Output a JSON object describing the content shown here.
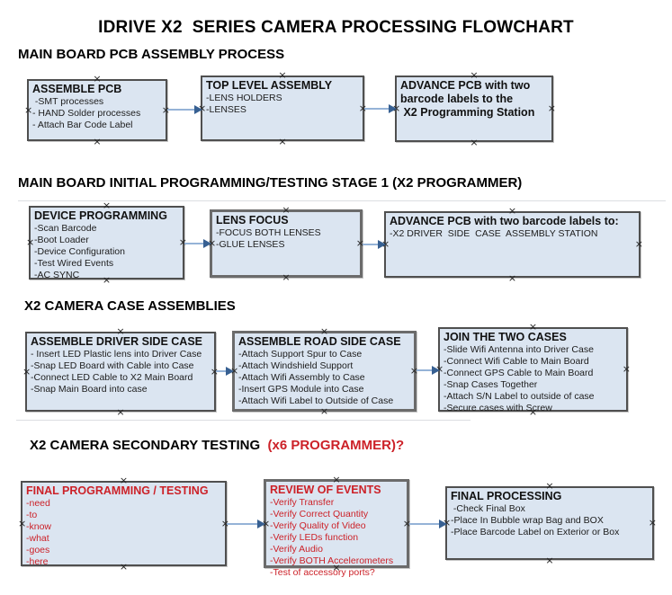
{
  "glyphs": {
    "anchor": "×"
  },
  "colors": {
    "box-fill": "#dbe5f1",
    "box-border": "#4f4f4f",
    "arrow-line": "#95b3d7",
    "arrow-head": "#376092",
    "red": "#cc2128",
    "text": "#111111"
  },
  "title": "IDRIVE X2  SERIES CAMERA PROCESSING FLOWCHART",
  "sections": [
    {
      "heading": "MAIN BOARD PCB ASSEMBLY PROCESS",
      "boxes": [
        {
          "title": "ASSEMBLE PCB",
          "items": [
            " -SMT processes",
            "- HAND Solder processes",
            "- Attach Bar Code Label"
          ]
        },
        {
          "title": "TOP LEVEL ASSEMBLY",
          "items": [
            "-LENS HOLDERS",
            "-LENSES"
          ]
        },
        {
          "title": "ADVANCE PCB with two\nbarcode labels to the\n X2 Programming Station",
          "items": []
        }
      ]
    },
    {
      "heading": "MAIN BOARD INITIAL PROGRAMMING/TESTING STAGE 1 (X2 PROGRAMMER)",
      "boxes": [
        {
          "title": "DEVICE PROGRAMMING",
          "items": [
            "-Scan Barcode",
            "-Boot Loader",
            "-Device Configuration",
            "-Test Wired Events",
            "-AC SYNC"
          ]
        },
        {
          "title": "LENS FOCUS",
          "items": [
            "-FOCUS BOTH LENSES",
            "-GLUE LENSES"
          ]
        },
        {
          "title": "ADVANCE PCB with two barcode labels to:",
          "items": [
            "-X2 DRIVER  SIDE  CASE  ASSEMBLY STATION"
          ]
        }
      ]
    },
    {
      "heading": "X2 CAMERA CASE ASSEMBLIES",
      "boxes": [
        {
          "title": "ASSEMBLE DRIVER SIDE CASE",
          "items": [
            "- Insert LED Plastic lens into Driver Case",
            "-Snap LED Board with Cable into Case",
            "-Connect LED Cable to X2 Main Board",
            "-Snap Main Board into case"
          ]
        },
        {
          "title": "ASSEMBLE ROAD SIDE CASE",
          "items": [
            "-Attach Support Spur to Case",
            "-Attach Windshield Support",
            "-Attach Wifi Assembly to Case",
            "-Insert GPS Module into Case",
            "-Attach Wifi Label to Outside of Case"
          ]
        },
        {
          "title": "JOIN THE TWO CASES",
          "items": [
            "-Slide Wifi Antenna into Driver Case",
            "-Connect Wifi Cable to Main Board",
            "-Connect GPS Cable to Main Board",
            "-Snap Cases Together",
            "-Attach S/N Label to outside of case",
            "-Secure cases with Screw"
          ]
        }
      ]
    },
    {
      "heading": "X2 CAMERA SECONDARY TESTING ",
      "heading_highlight": " (x6 PROGRAMMER)?",
      "boxes": [
        {
          "title": "FINAL PROGRAMMING / TESTING",
          "items": [
            "-need",
            "-to",
            "-know",
            "-what",
            "-goes",
            "-here"
          ]
        },
        {
          "title": "REVIEW OF EVENTS",
          "items": [
            "-Verify Transfer",
            "-Verify Correct Quantity",
            "-Verify Quality of Video",
            "-Verify LEDs function",
            "-Verify Audio",
            "-Verify BOTH Accelerometers",
            "-Test of accessory ports?"
          ]
        },
        {
          "title": "FINAL PROCESSING",
          "items": [
            " -Check Final Box",
            "-Place In Bubble wrap Bag and BOX",
            "-Place Barcode Label on Exterior or Box"
          ]
        }
      ]
    }
  ]
}
